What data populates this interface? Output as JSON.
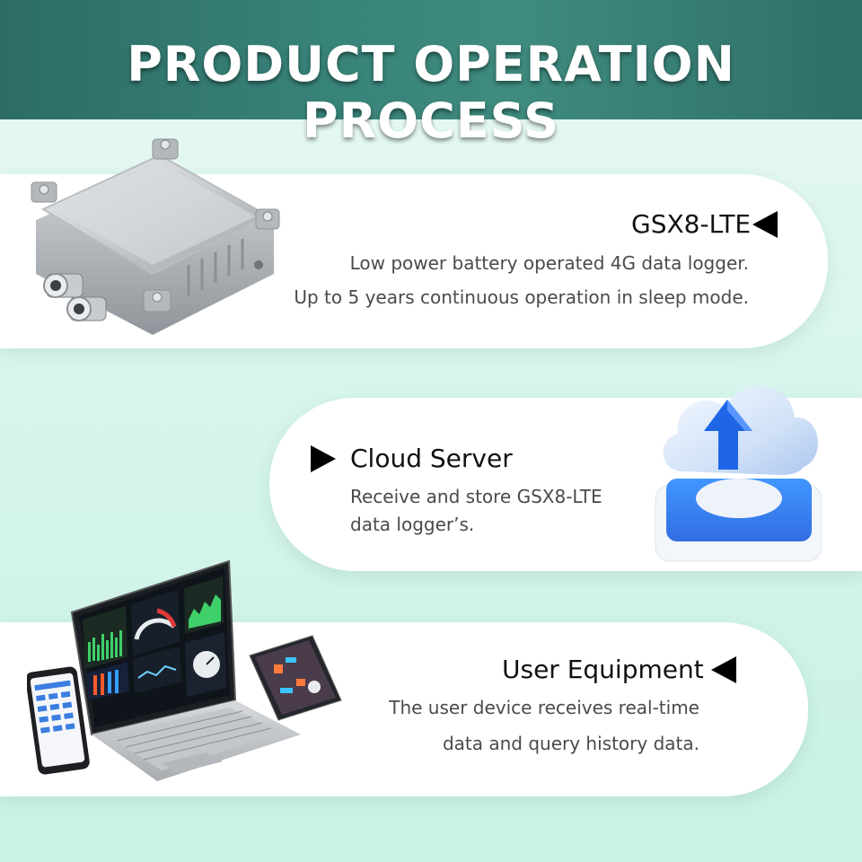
{
  "header": {
    "title": "PRODUCT OPERATION PROCESS"
  },
  "steps": [
    {
      "title": "GSX8-LTE",
      "lines": [
        "Low power battery operated 4G data logger.",
        "Up to 5 years continuous operation in sleep mode."
      ]
    },
    {
      "title": "Cloud Server",
      "lines": [
        "Receive and store GSX8-LTE",
        "data logger’s."
      ]
    },
    {
      "title": "User Equipment",
      "lines": [
        "The user device receives real-time",
        "data and  query history data."
      ]
    }
  ],
  "colors": {
    "header_start": "#2d6c66",
    "header_end": "#3f8b7f",
    "background": "#d7f5ec",
    "card": "#ffffff",
    "text": "#111111",
    "desc_text": "#4a4a4a"
  },
  "icons": [
    "data-logger-enclosure-image",
    "cloud-upload-icon",
    "laptop-tablet-phone-image",
    "triangle-arrow-icon"
  ]
}
